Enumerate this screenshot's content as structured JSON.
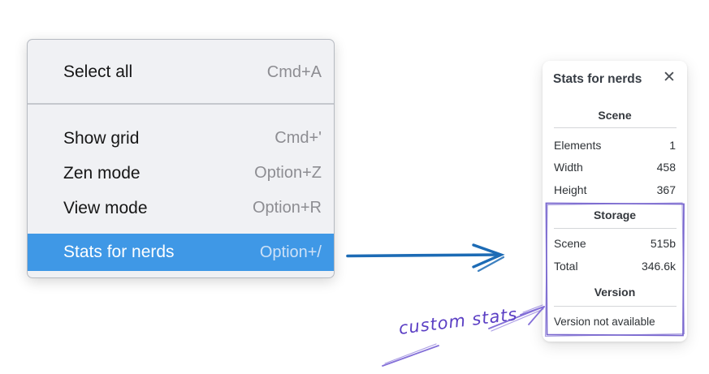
{
  "menu": {
    "items": [
      {
        "label": "Select all",
        "shortcut": "Cmd+A"
      },
      {
        "label": "Show grid",
        "shortcut": "Cmd+'"
      },
      {
        "label": "Zen mode",
        "shortcut": "Option+Z"
      },
      {
        "label": "View mode",
        "shortcut": "Option+R"
      },
      {
        "label": "Stats for nerds",
        "shortcut": "Option+/",
        "highlighted": true
      }
    ]
  },
  "stats_panel": {
    "title": "Stats for nerds",
    "sections": {
      "scene": {
        "heading": "Scene",
        "rows": [
          {
            "label": "Elements",
            "value": "1"
          },
          {
            "label": "Width",
            "value": "458"
          },
          {
            "label": "Height",
            "value": "367"
          }
        ]
      },
      "storage": {
        "heading": "Storage",
        "rows": [
          {
            "label": "Scene",
            "value": "515b"
          },
          {
            "label": "Total",
            "value": "346.6k"
          }
        ]
      },
      "version": {
        "heading": "Version",
        "message": "Version not available"
      }
    }
  },
  "annotation": {
    "label": "custom stats"
  },
  "icons": {
    "close": "✕"
  },
  "colors": {
    "menu_background": "#f0f1f4",
    "menu_highlight": "#3f98e6",
    "menu_shortcut": "#8d8d92",
    "arrow_blue": "#1c6bb5",
    "annotation_purple": "#5b3fc4",
    "sketch_rect_purple": "#7a68cf"
  }
}
